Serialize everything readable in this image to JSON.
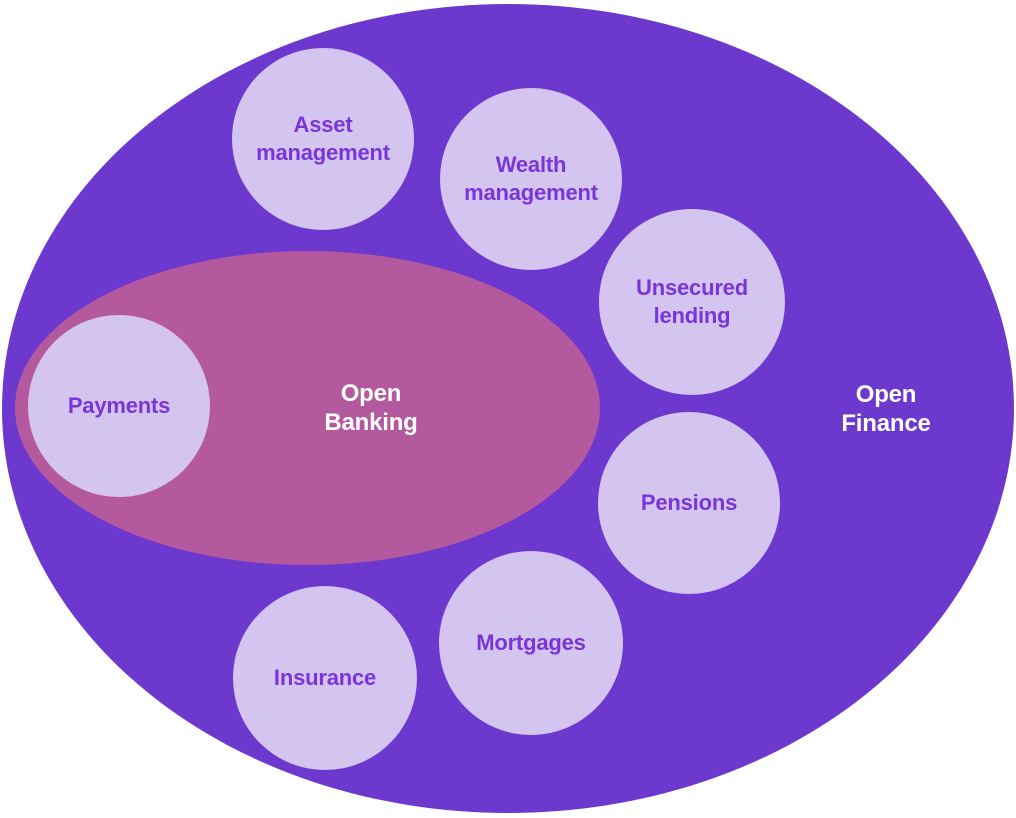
{
  "diagram": {
    "outer_ellipse": {
      "label": "Open\nFinance",
      "fill": "#6C38CE",
      "text_color": "#FFFFFF"
    },
    "inner_ellipse": {
      "label": "Open\nBanking",
      "fill": "#B4599D",
      "text_color": "#FFFFFF"
    },
    "circle_style": {
      "fill": "#D4C4F0",
      "text_color": "#7A35D8"
    },
    "circles": [
      {
        "label": "Asset\nmanagement"
      },
      {
        "label": "Wealth\nmanagement"
      },
      {
        "label": "Unsecured\nlending"
      },
      {
        "label": "Pensions"
      },
      {
        "label": "Mortgages"
      },
      {
        "label": "Insurance"
      },
      {
        "label": "Payments"
      }
    ]
  }
}
